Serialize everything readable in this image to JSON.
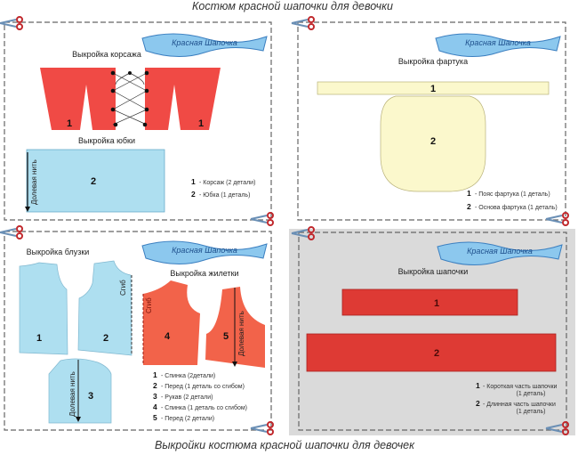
{
  "top_caption": "Костюм красной шапочки для девочки",
  "bottom_caption": "Выкройки костюма красной шапочки для девочек",
  "ribbon_label": "Красная Шапочка",
  "colors": {
    "red": "#f04a45",
    "vest_red": "#f2634a",
    "hat_red": "#de3a34",
    "blue": "#aedff0",
    "cream": "#fbf8cc",
    "gray_panel": "#dadada"
  },
  "icons": [
    "scissors-icon"
  ],
  "panel_corset": {
    "title_bodice": "Выкройка корсажа",
    "title_skirt": "Выкройка юбки",
    "piece_labels": [
      "1",
      "1",
      "2"
    ],
    "grain_label": "Долевая нить",
    "legend": [
      {
        "num": "1",
        "text": "- Корсаж (2 детали)"
      },
      {
        "num": "2",
        "text": "- Юбка (1 деталь)"
      }
    ]
  },
  "panel_apron": {
    "title": "Выкройка фартука",
    "piece_labels": [
      "1",
      "2"
    ],
    "legend": [
      {
        "num": "1",
        "text": "- Пояс фартука (1 деталь)"
      },
      {
        "num": "2",
        "text": "- Основа фартука (1 деталь)"
      }
    ]
  },
  "panel_blouse": {
    "title_blouse": "Выкройка блузки",
    "title_vest": "Выкройка жилетки",
    "fold_label": "Сгиб",
    "grain_label": "Долевая нить",
    "piece_labels": [
      "1",
      "2",
      "3",
      "4",
      "5"
    ],
    "legend": [
      {
        "num": "1",
        "text": "- Спинка (2детали)"
      },
      {
        "num": "2",
        "text": "- Перед (1 деталь со сгибом)"
      },
      {
        "num": "3",
        "text": "- Рукав (2 детали)"
      },
      {
        "num": "4",
        "text": "- Спинка (1 деталь со сгибом)"
      },
      {
        "num": "5",
        "text": "- Перед (2 детали)"
      }
    ]
  },
  "panel_hat": {
    "title": "Выкройка шапочки",
    "piece_labels": [
      "1",
      "2"
    ],
    "legend": [
      {
        "num": "1",
        "text": "- Короткая часть шапочки",
        "sub": "(1 деталь)"
      },
      {
        "num": "2",
        "text": "- Длинная часть шапочки",
        "sub": "(1 деталь)"
      }
    ]
  }
}
